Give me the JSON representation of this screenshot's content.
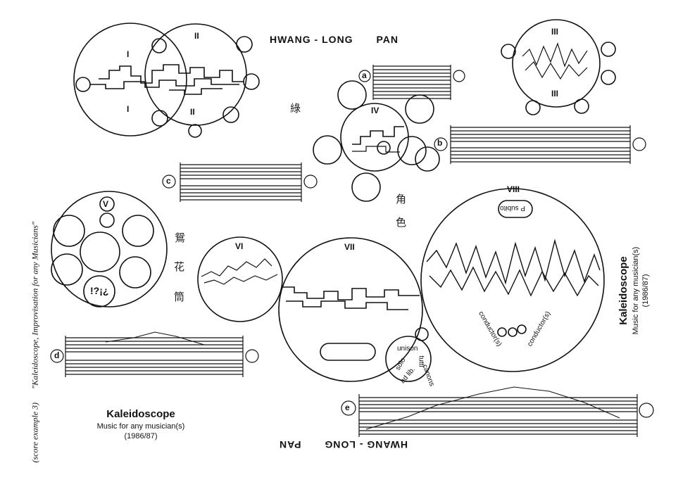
{
  "composer": {
    "given_name": "HWANG",
    "family_name": "LONG",
    "surname": "PAN"
  },
  "side_caption": {
    "note": "(score example 3)",
    "quote": "\"Kaleidoscope, Improvisation for any Musicians\""
  },
  "title_block_main": {
    "title": "Kaleidoscope",
    "subtitle": "Music for any musician(s)",
    "year": "(1986/87)"
  },
  "title_block_rotated": {
    "title": "Kaleidoscope",
    "subtitle": "Music for any musician(s)",
    "year": "(1986/87)"
  },
  "roman_markers": [
    "I",
    "II",
    "III",
    "IV",
    "V",
    "VI",
    "VII",
    "VIII"
  ],
  "staff_letters": [
    "a",
    "b",
    "c",
    "d",
    "e"
  ],
  "circle_texts": {
    "p_subito": "P subito",
    "conductor": "conductor(s)",
    "unison": "unison",
    "tutti": "tutti",
    "solo": "solo",
    "ad_lib": "ad lib.",
    "canons": "canons",
    "question_marks": "!?¡¿"
  },
  "cjk_chars": [
    "綠",
    "角",
    "色",
    "鴛",
    "花",
    "筒"
  ]
}
